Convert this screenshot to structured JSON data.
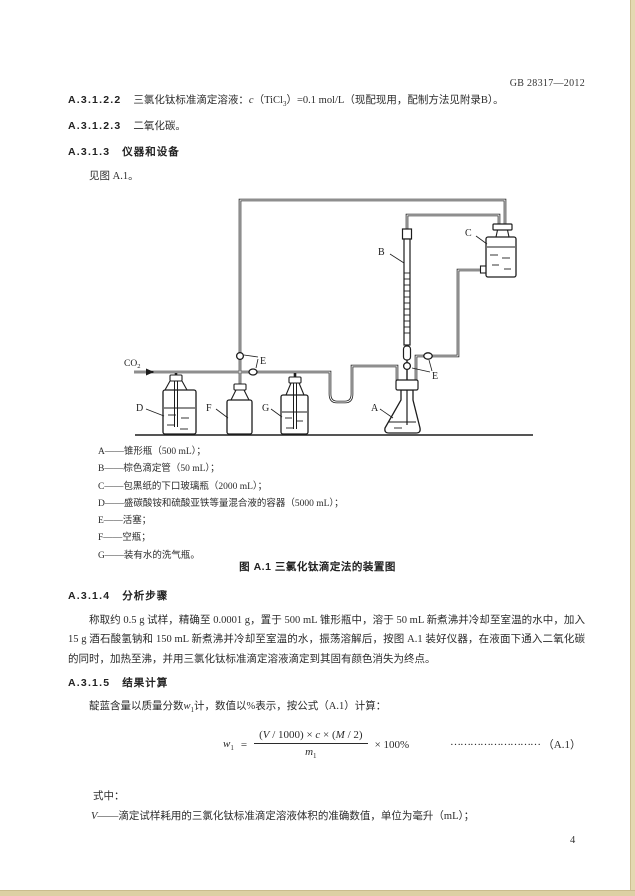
{
  "page": {
    "header_right": "GB 28317—2012",
    "page_number": "4"
  },
  "clause_1222": {
    "number": "A.3.1.2.2",
    "pre": "三氯化钛标准滴定溶液：",
    "var": "c",
    "mid": "（TiCl",
    "sub": "3",
    "post": "）=0.1 mol/L（现配现用，配制方法见附录B）。"
  },
  "clause_1223": {
    "number": "A.3.1.2.3",
    "text": "二氧化碳。"
  },
  "clause_313": {
    "number": "A.3.1.3",
    "title": "仪器和设备",
    "see": "见图 A.1。"
  },
  "figure": {
    "labels": {
      "a": "A",
      "b": "B",
      "c": "C",
      "d": "D",
      "e": "E",
      "f": "F",
      "g": "G",
      "co2": "CO",
      "co2_sub": "2"
    },
    "legend": [
      "A——锥形瓶（500 mL）；",
      "B——棕色滴定管（50 mL）；",
      "C——包黑纸的下口玻璃瓶（2000 mL）；",
      "D——盛碳酸铵和硫酸亚铁等量混合液的容器（5000 mL）；",
      "E——活塞；",
      "F——空瓶；",
      "G——装有水的洗气瓶。"
    ],
    "caption": "图 A.1 三氯化钛滴定法的装置图"
  },
  "clause_314": {
    "number": "A.3.1.4",
    "title": "分析步骤",
    "body": "称取约 0.5 g 试样，精确至 0.0001 g，置于 500 mL 锥形瓶中，溶于 50 mL 新煮沸并冷却至室温的水中，加入 15 g 酒石酸氢钠和 150 mL 新煮沸并冷却至室温的水，振荡溶解后，按图 A.1 装好仪器，在液面下通入二氧化碳的同时，加热至沸，并用三氯化钛标准滴定溶液滴定到其固有颜色消失为终点。"
  },
  "clause_315": {
    "number": "A.3.1.5",
    "title": "结果计算",
    "intro_pre": "靛蓝含量以质量分数",
    "intro_var": "w",
    "intro_sub": "1",
    "intro_post": "计，数值以%表示，按公式（A.1）计算："
  },
  "formula": {
    "w": "w",
    "w_sub": "1",
    "equals": "=",
    "num_p1": "(",
    "num_v": "V",
    "num_p2": " / 1000) × ",
    "num_c": "c",
    "num_p3": " × (",
    "num_m": "M",
    "num_p4": " / 2)",
    "den_m": "m",
    "den_sub": "1",
    "times": "× 100%",
    "dots": "…………………………",
    "label": "（A.1）"
  },
  "where": {
    "label": "式中：",
    "v_var": "V",
    "v_dash": "——",
    "v_text": "滴定试样耗用的三氯化钛标准滴定溶液体积的准确数值，单位为毫升（mL）；"
  }
}
